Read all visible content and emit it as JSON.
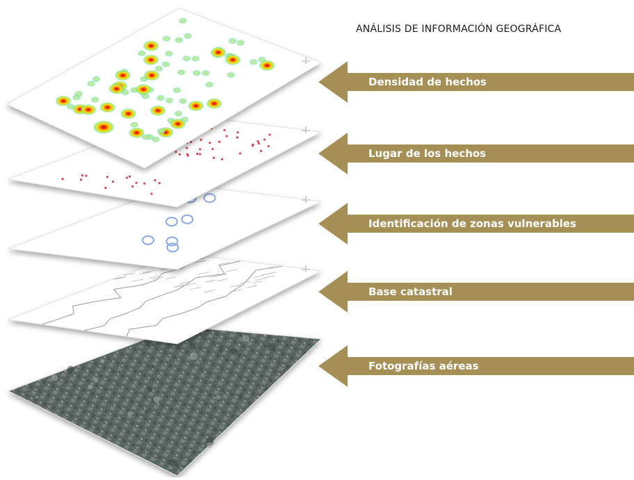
{
  "title": "ANÁLISIS DE INFORMACIÓN GEOGRÁFICA",
  "arrow_color": "#a68f55",
  "layers": [
    {
      "label": "Densidad de hechos",
      "kind": "heatmap"
    },
    {
      "label": "Lugar de los hechos",
      "kind": "points"
    },
    {
      "label": "Identificación de zonas vulnerables",
      "kind": "circles"
    },
    {
      "label": "Base catastral",
      "kind": "cadastre"
    },
    {
      "label": "Fotografías aéreas",
      "kind": "aerial"
    }
  ]
}
